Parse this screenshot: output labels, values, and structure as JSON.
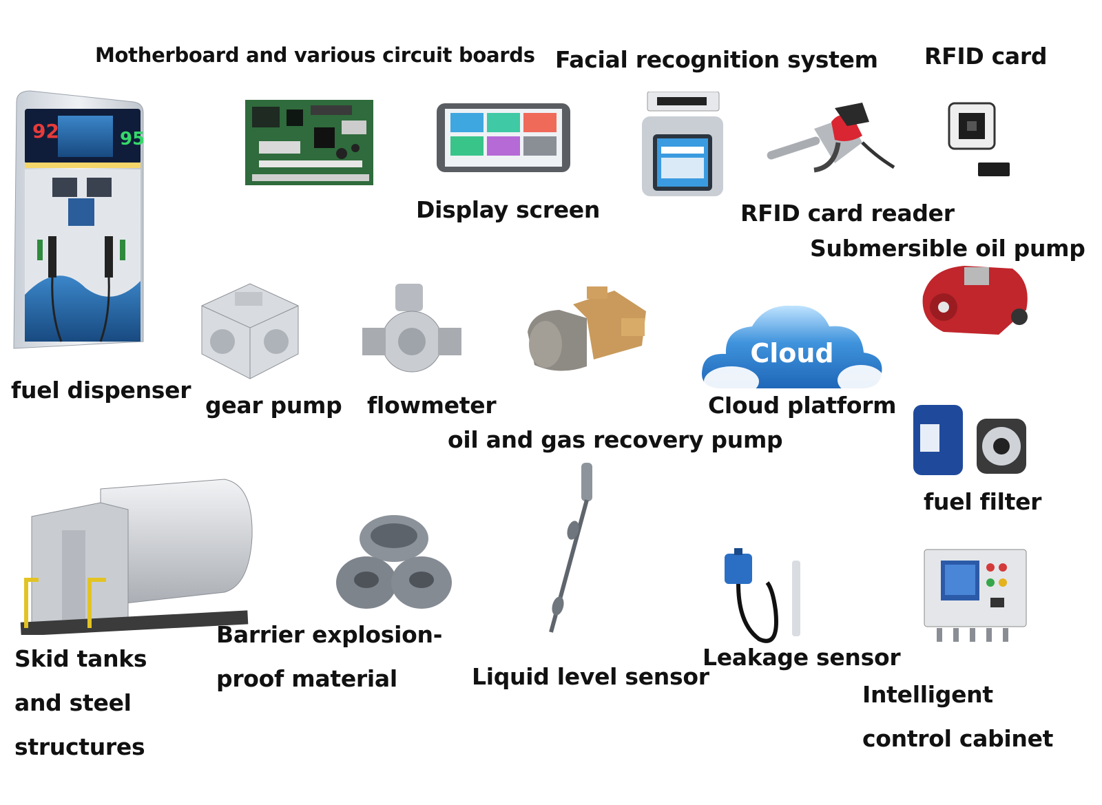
{
  "labels": {
    "motherboard": "Motherboard and various circuit boards",
    "facial": "Facial recognition system",
    "rfid_card": "RFID card",
    "display": "Display screen",
    "rfid_reader": "RFID card reader",
    "submersible": "Submersible oil pump",
    "fuel_dispenser": "fuel dispenser",
    "gear_pump": "gear pump",
    "flowmeter": "flowmeter",
    "cloud_platform": "Cloud platform",
    "oil_gas": "oil and gas recovery pump",
    "fuel_filter": "fuel filter",
    "skid_tanks": "Skid tanks and steel structures",
    "barrier": "Barrier explosion-proof material",
    "liquid_level": "Liquid level sensor",
    "leakage": "Leakage sensor",
    "cabinet": "Intelligent control cabinet"
  },
  "dispenser": {
    "left_grade": "92",
    "right_grade": "95"
  },
  "cloud_text": "Cloud",
  "colors": {
    "dispenser_body": "#d7dce3",
    "dispenser_blue": "#2f6fb0",
    "pcb_green": "#2f6b3c",
    "cloud_blue": "#2e7fd0",
    "pump_red": "#c0262c",
    "sensor_blue": "#2b6fc4",
    "steel": "#b8bcc2"
  }
}
